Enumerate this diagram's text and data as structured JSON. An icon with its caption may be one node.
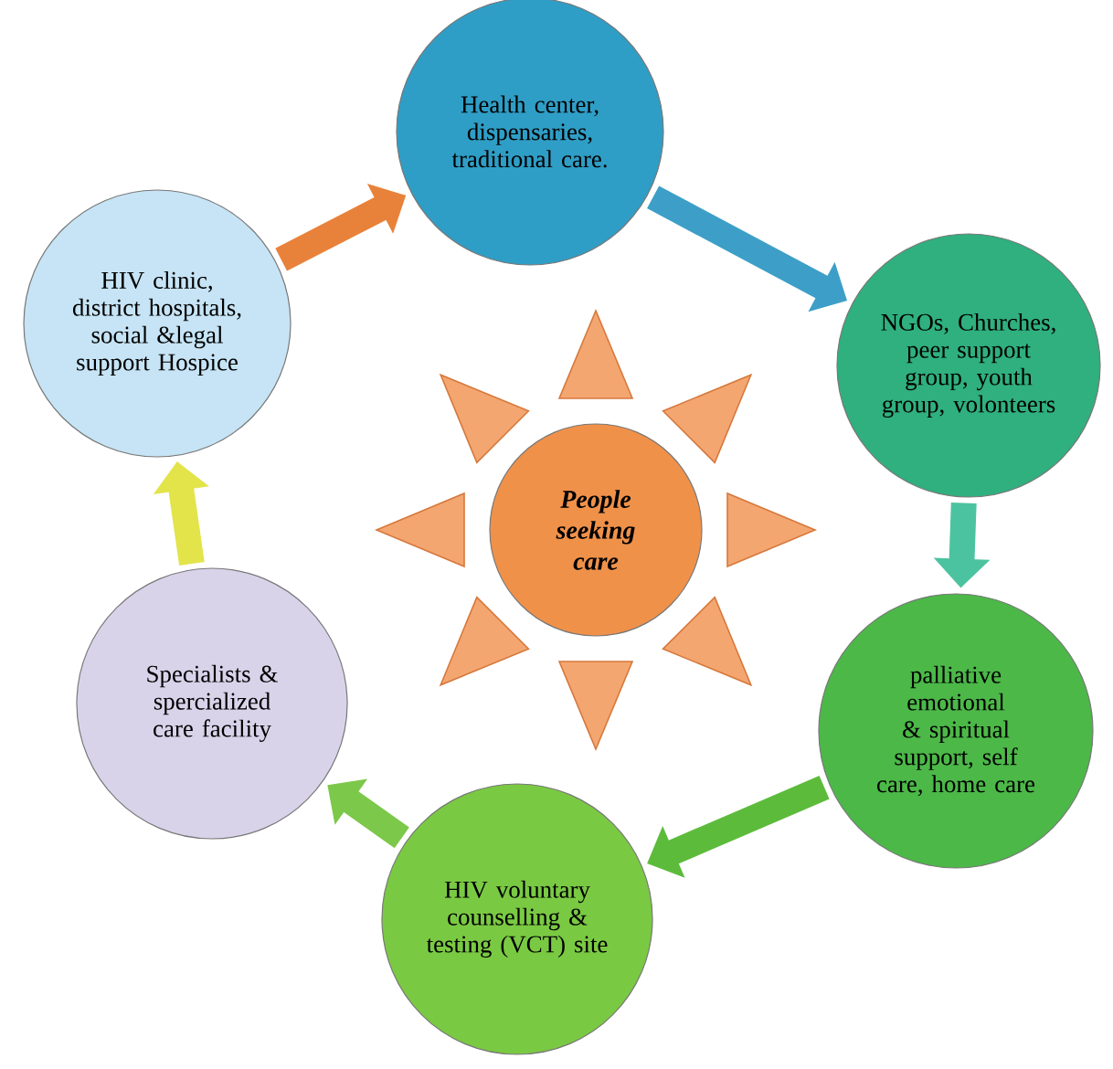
{
  "diagram": {
    "nodes": [
      {
        "text": [
          "People seeking care"
        ]
      },
      {
        "text": [
          "Health center, dispensaries, traditional care."
        ]
      },
      {
        "text": [
          "NGOs, Churches, peer support group, youth group, volonteers"
        ]
      },
      {
        "text": [
          "palliative emotional & spiritual support, self care, home care"
        ]
      },
      {
        "text": [
          "HIV voluntary counselling & testing (VCT) site"
        ]
      },
      {
        "text": [
          "Specialists & spercialized care facility"
        ]
      },
      {
        "text": [
          "HIV clinic, district hospitals, social &legal support Hospice"
        ]
      }
    ],
    "edges": [
      {
        "from": 1,
        "to": 2,
        "arrow": "to",
        "color": "#3d9fc7"
      },
      {
        "from": 2,
        "to": 3,
        "arrow": "to",
        "color": "#4cc3a0"
      },
      {
        "from": 3,
        "to": 4,
        "arrow": "to",
        "color": "#5dbb3c"
      },
      {
        "from": 4,
        "to": 5,
        "arrow": "to",
        "color": "#7cc84a"
      },
      {
        "from": 5,
        "to": 6,
        "arrow": "to",
        "color": "#e2e44a"
      },
      {
        "from": 6,
        "to": 1,
        "arrow": "to",
        "color": "#e8823a"
      }
    ]
  }
}
